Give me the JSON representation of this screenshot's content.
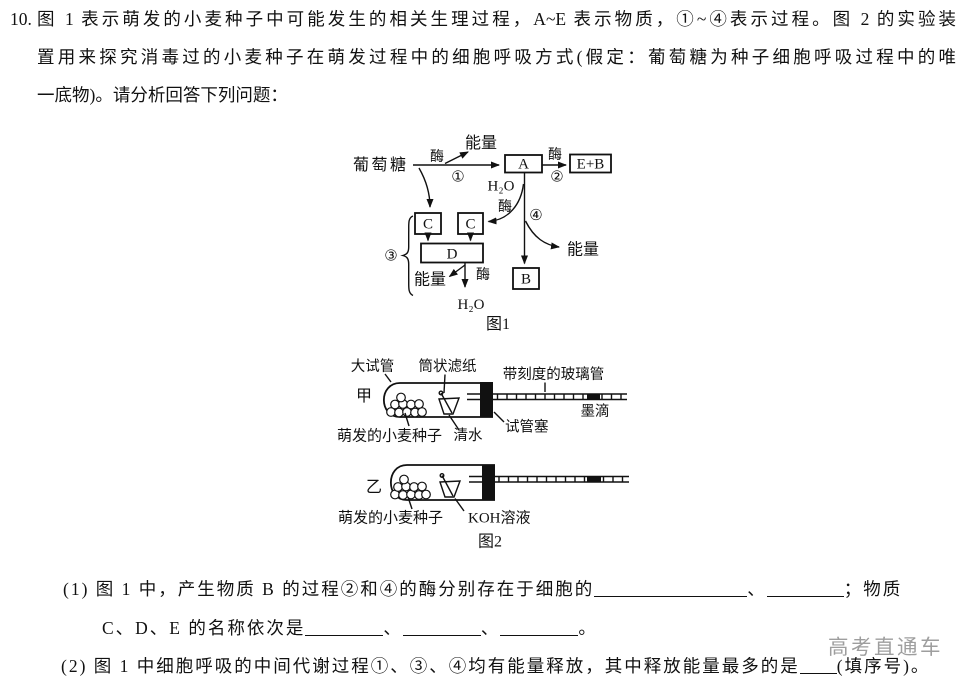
{
  "header": {
    "number": "10.",
    "line1": "图 1 表示萌发的小麦种子中可能发生的相关生理过程，A~E 表示物质，①~④表示过程。图 2 的实验装",
    "line2": "置用来探究消毒过的小麦种子在萌发过程中的细胞呼吸方式(假定：葡萄糖为种子细胞呼吸过程中的唯",
    "line3": "一底物)。请分析回答下列问题："
  },
  "figure1": {
    "caption": "图1",
    "glucose": "葡萄糖",
    "enzyme": "酶",
    "energy": "能量",
    "water": "H₂O",
    "box_a": "A",
    "box_b": "B",
    "box_c": "C",
    "box_d": "D",
    "box_eb": "E+B",
    "step1": "①",
    "step2": "②",
    "step3": "③",
    "step4": "④"
  },
  "figure2": {
    "caption": "图2",
    "device_a": "甲",
    "device_b": "乙",
    "big_test_tube": "大试管",
    "filter_paper": "筒状滤纸",
    "graduated_glass_tube": "带刻度的玻璃管",
    "ink_drop": "墨滴",
    "tube_stopper": "试管塞",
    "clear_water": "清水",
    "germinating_seeds": "萌发的小麦种子",
    "koh_solution": "KOH溶液"
  },
  "questions": {
    "q1_part1": "(1) 图 1 中，产生物质 B 的过程②和④的酶分别存在于细胞的",
    "sep": "、",
    "q1_part2": "；物质",
    "q1_line2": "C、D、E 的名称依次是",
    "period": "。",
    "q2_part1": "(2) 图 1 中细胞呼吸的中间代谢过程①、③、④均有能量释放，其中释放能量最多的是",
    "q2_part2": "(填序号)。"
  },
  "watermark": "高考直通车"
}
